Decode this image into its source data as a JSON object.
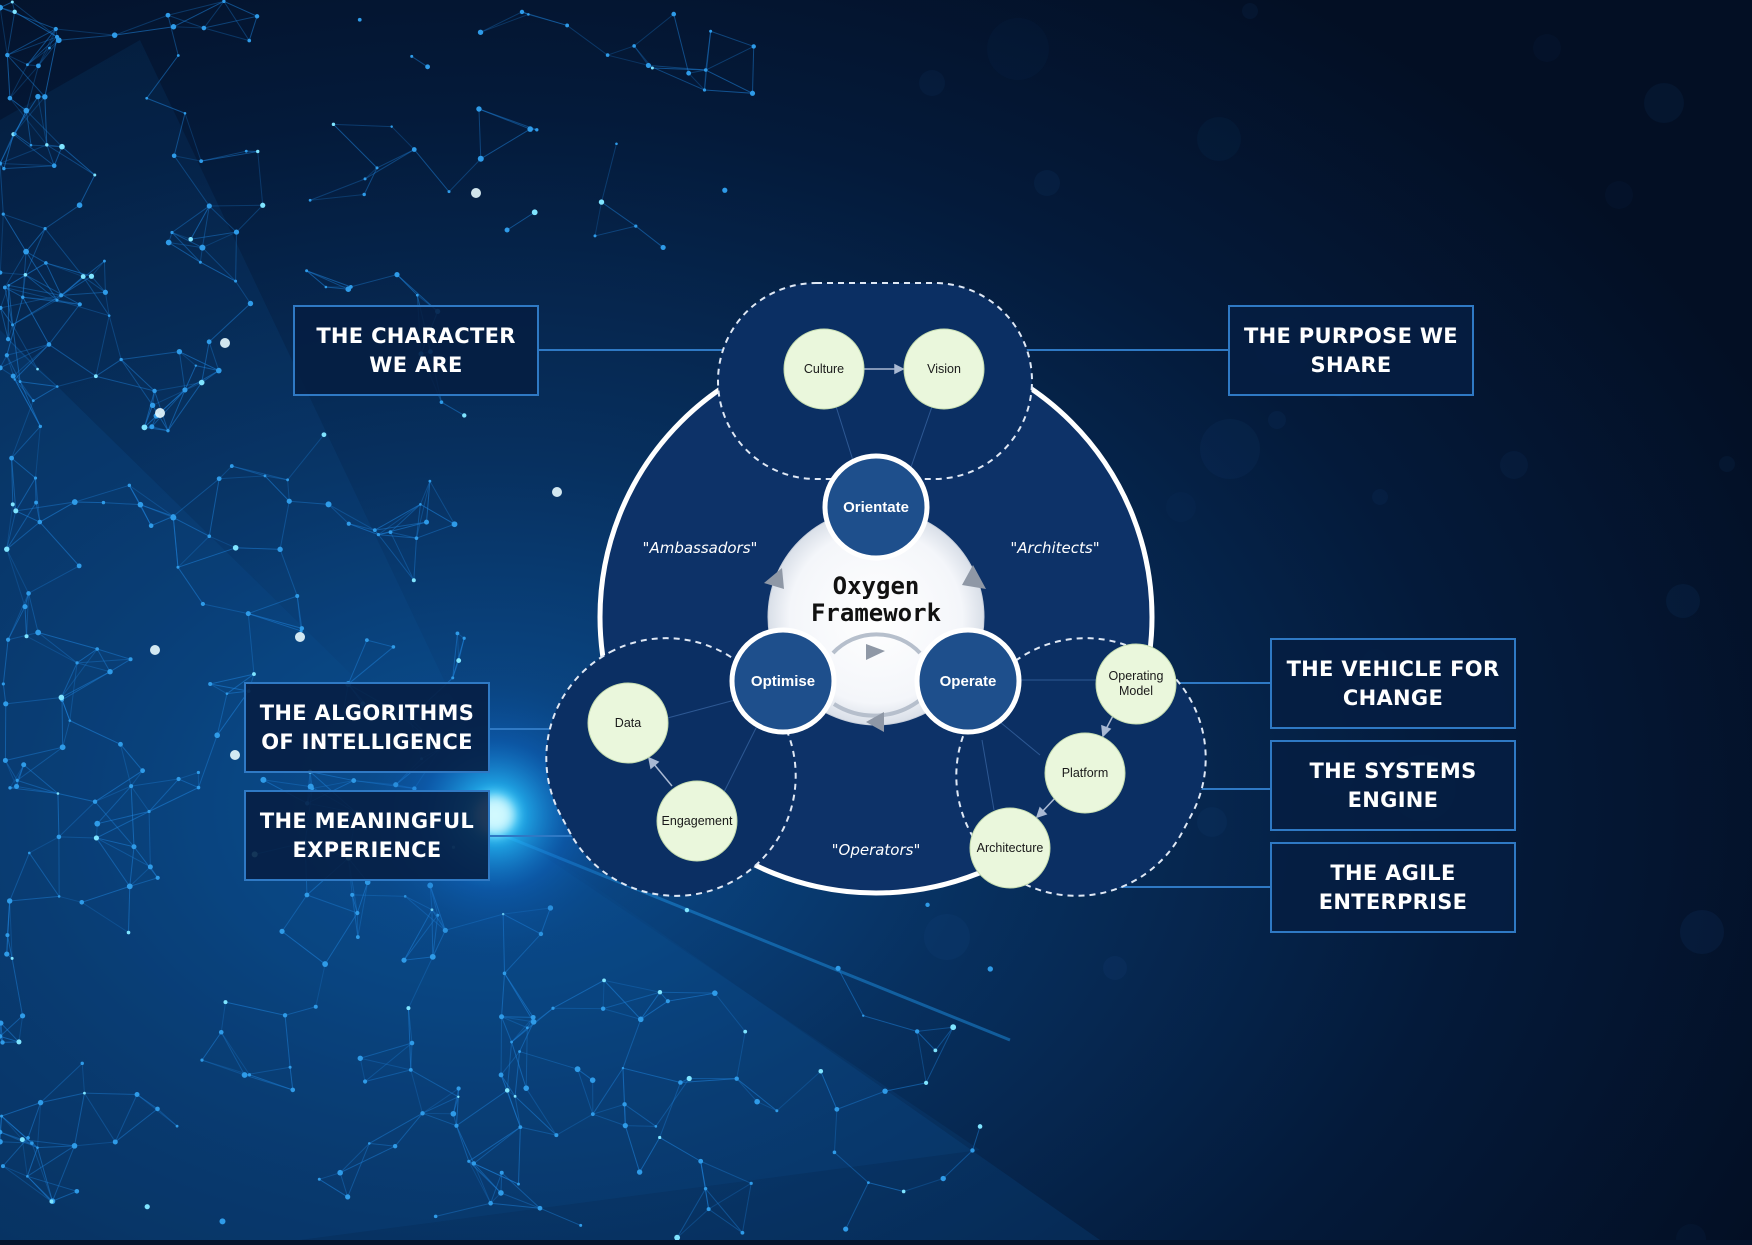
{
  "diagram": {
    "title_line1": "Oxygen",
    "title_line2": "Framework",
    "phases": {
      "orientate": "Orientate",
      "optimise": "Optimise",
      "operate": "Operate"
    },
    "roles": {
      "ambassadors": "\"Ambassadors\"",
      "architects": "\"Architects\"",
      "operators": "\"Operators\""
    },
    "nodes": {
      "culture": "Culture",
      "vision": "Vision",
      "data": "Data",
      "engagement": "Engagement",
      "operating_model_line1": "Operating",
      "operating_model_line2": "Model",
      "platform": "Platform",
      "architecture": "Architecture"
    }
  },
  "callouts": {
    "character": "THE CHARACTER WE ARE",
    "purpose": "THE PURPOSE WE SHARE",
    "algorithms": "THE ALGORITHMS OF INTELLIGENCE",
    "meaningful": "THE MEANINGFUL EXPERIENCE",
    "vehicle": "THE VEHICLE FOR CHANGE",
    "systems": "THE SYSTEMS ENGINE",
    "agile": "THE AGILE ENTERPRISE"
  },
  "colors": {
    "background": "#04132b",
    "network_blue": "#1d7fd6",
    "glow": "#1fc8ff",
    "disc": "#0d3268",
    "phase_circle": "#1e4f8c",
    "node_fill": "#eaf7dc",
    "callout_border": "#2f79c4",
    "connector": "#2f79c4"
  }
}
